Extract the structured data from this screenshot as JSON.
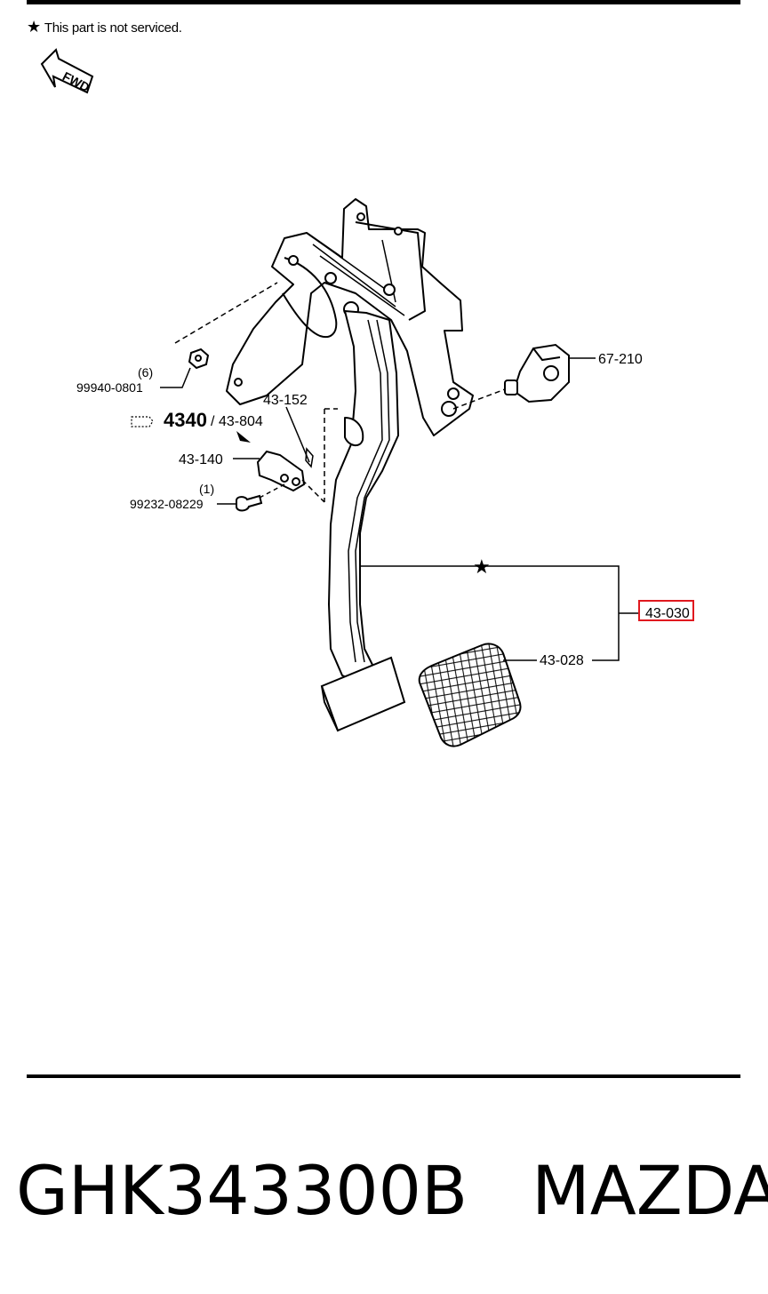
{
  "header": {
    "note_star": "★",
    "note_text": "This part is not serviced.",
    "fwd_label": "FWD"
  },
  "callouts": {
    "bolt": "99940-0801",
    "bolt_qty": "(6)",
    "switch": "67-210",
    "clip": "43-152",
    "ref_number": "4340",
    "ref_separator": "/",
    "ref_sub": "43-804",
    "stopper": "43-140",
    "pin": "99232-08229",
    "pin_qty": "(1)",
    "pedal_assembly": "43-030",
    "pedal_pad": "43-028",
    "not_serviced_star": "★"
  },
  "highlight": {
    "target": "43-030",
    "color": "#e0191f"
  },
  "footer": {
    "part_number": "GHK343300B",
    "brand": "MAZDA"
  }
}
